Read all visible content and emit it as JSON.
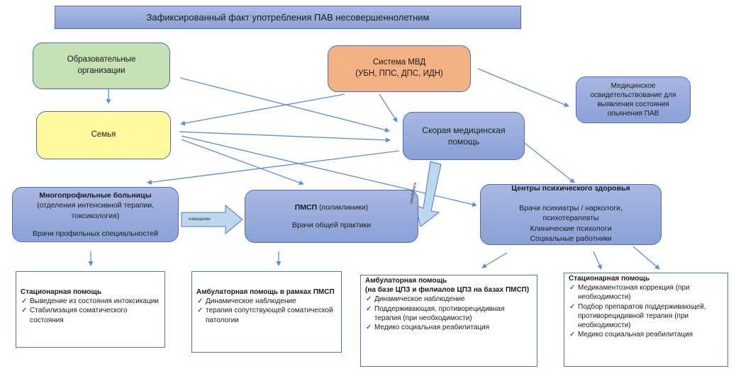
{
  "title": "Зафиксированный факт употребления ПАВ несовершеннолетним",
  "nodes": {
    "education": {
      "line1": "Образовательные",
      "line2": "организации",
      "color": "#c5e0b3"
    },
    "mvd": {
      "line1": "Система  МВД",
      "line2": "(УБН, ППС, ДПС, ИДН)",
      "color": "#f4b183"
    },
    "medical_exam": {
      "line1": "Медицинское",
      "line2": "освидетельствование  для",
      "line3": "выявления состояния",
      "line4": "опьянения  ПАВ"
    },
    "family": {
      "label": "Семья",
      "color": "#fffa9e"
    },
    "ambulance": {
      "line1": "Скорая медицинская",
      "line2": "помощь"
    },
    "hospitals": {
      "title": "Многопрофильные  больницы",
      "line2": "(отделения  интенсивной  терапии,",
      "line3": "токсикология)",
      "line4": "Врачи профильных  специальностей"
    },
    "pmsp": {
      "title_bold": "ПМСП",
      "title_rest": " (поликлиники)",
      "line2": "Врачи общей  практики"
    },
    "cpz": {
      "title": "Центры психического  здоровья",
      "line2": "Врачи психиатры  / наркологи,",
      "line3": "психотерапевты",
      "line4": "Клинические  психологи",
      "line5": "Социальные  работники"
    }
  },
  "block_arrows": {
    "hosp_to_pmsp": "извещение",
    "amb_to_pmsp": "извещение"
  },
  "lists": {
    "hospital_care": {
      "heading": "Стационарная  помощь",
      "items": [
        "Выведение  из  состояния интоксикации",
        "Стабилизация  соматического состояния"
      ]
    },
    "pmsp_care": {
      "heading": "Амбулаторная помощь  в рамках ПМСП",
      "items": [
        "Динамическое  наблюдение",
        "терапия сопутствующей соматической  патологии"
      ]
    },
    "cpz_outpatient": {
      "heading": "Амбулаторная помощь",
      "heading2": " (на базе ЦПЗ и филиалов  ЦПЗ на базах ПМСП)",
      "items": [
        "Динамическое  наблюдение",
        "Поддерживающая, противорецидивная  терапия (при необходимости)",
        "Медико социальная  реабилитация"
      ]
    },
    "cpz_inpatient": {
      "heading": "Стационарная  помощь",
      "items": [
        "Медикаментозная  коррекция (при необходимости)",
        "Подбор  препаратов поддерживающей, противорецидивной  терапия (при необходимости)",
        "Медико социальная  реабилитация"
      ]
    }
  },
  "check_glyph": "✓",
  "colors": {
    "connector": "#5b8fd6",
    "border": "#4a6fb5",
    "fat_arrow": "#bdd7ee"
  }
}
